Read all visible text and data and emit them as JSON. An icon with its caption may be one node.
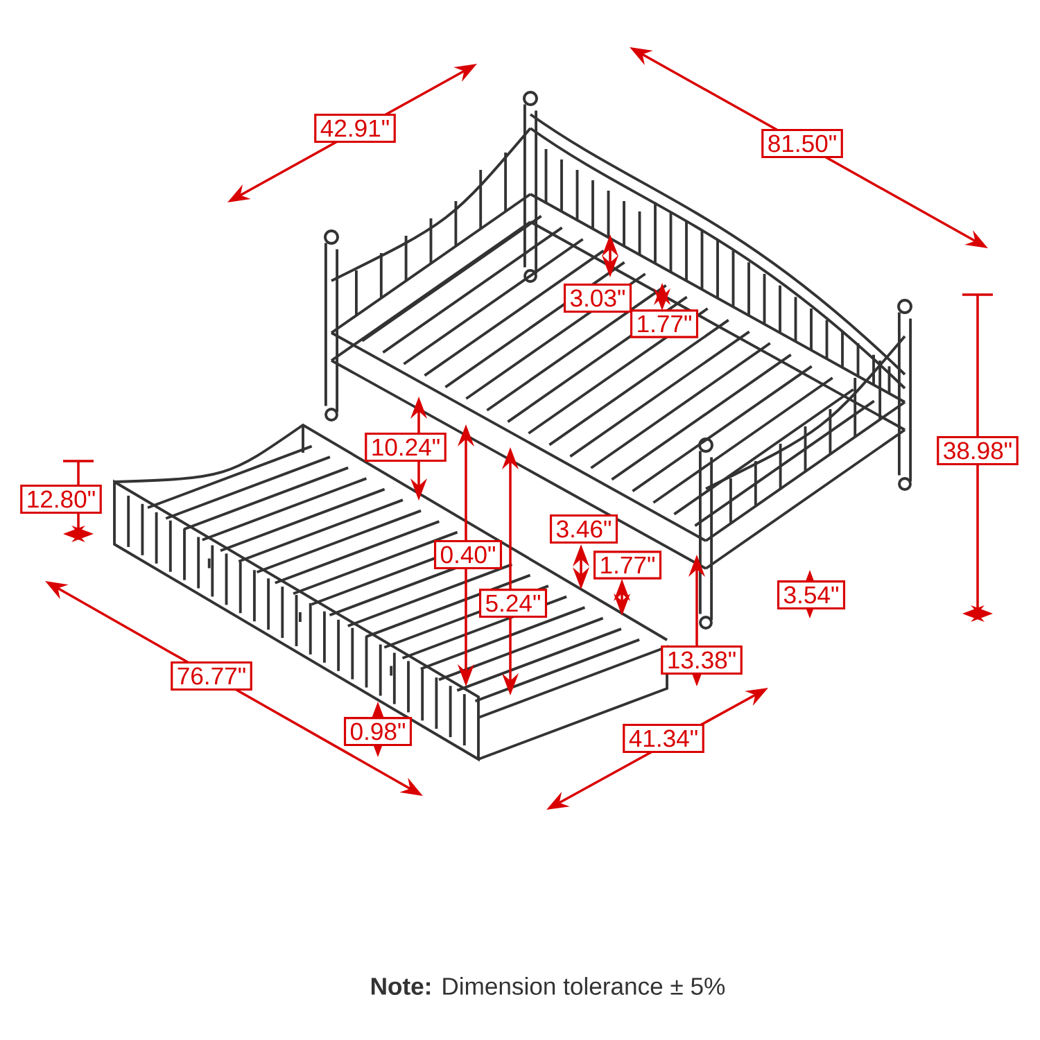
{
  "diagram": {
    "labels": [
      "42.91\"",
      "81.50\"",
      "3.03\"",
      "1.77\"",
      "10.24\"",
      "38.98\"",
      "12.80\"",
      "3.46\"",
      "0.40\"",
      "1.77\"",
      "5.24\"",
      "3.54\"",
      "76.77\"",
      "13.38\"",
      "0.98\"",
      "41.34\"",
      "**Note:** Dimension tolerance ± 5%"
    ]
  }
}
